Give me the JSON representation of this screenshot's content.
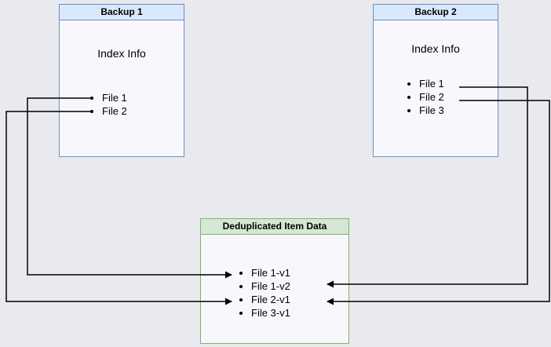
{
  "diagram": {
    "backup1": {
      "title": "Backup 1",
      "subtitle": "Index Info",
      "files": [
        "File 1",
        "File 2"
      ]
    },
    "backup2": {
      "title": "Backup 2",
      "subtitle": "Index Info",
      "files": [
        "File 1",
        "File 2",
        "File 3"
      ]
    },
    "dedup": {
      "title": "Deduplicated Item Data",
      "items": [
        "File 1-v1",
        "File 1-v2",
        "File 2-v1",
        "File 3-v1"
      ]
    },
    "colors": {
      "blue_border": "#6c8ebf",
      "blue_fill": "#dae8fc",
      "green_border": "#82b366",
      "green_fill": "#d5e8d4",
      "bg": "#e9e9f0",
      "arrow": "#000000"
    }
  }
}
